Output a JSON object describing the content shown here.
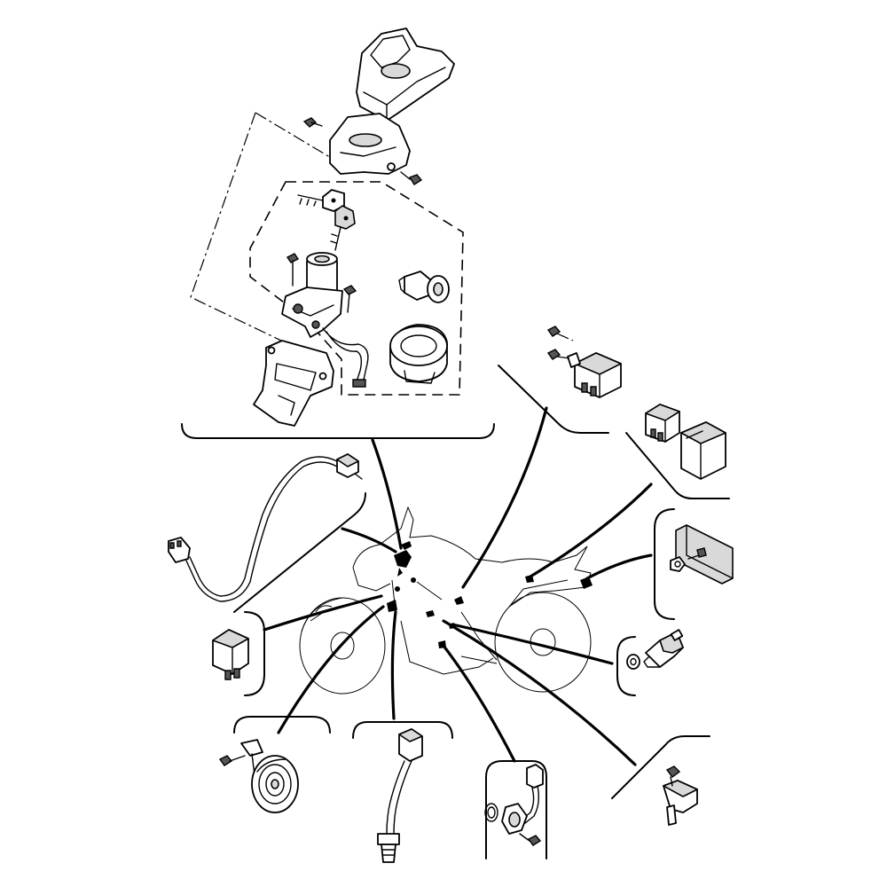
{
  "diagram": {
    "kind": "exploded parts diagram",
    "label_text": "none",
    "colors": {
      "ink": "#000000",
      "shade": "#d9d9d9",
      "background": "#ffffff"
    },
    "callouts": [
      {
        "id": "ignition-assembly",
        "parts": [
          "seat-lock-cover",
          "main-switch-cover",
          "main-switch",
          "keys",
          "fuel-cap",
          "seat-lock",
          "bracket"
        ]
      },
      {
        "id": "relay-upper",
        "parts": [
          "relay",
          "screws"
        ]
      },
      {
        "id": "relay-pair",
        "parts": [
          "relay-a",
          "relay-b"
        ]
      },
      {
        "id": "reflector",
        "parts": [
          "reflector-plate",
          "nut",
          "bolt"
        ]
      },
      {
        "id": "temperature-sensor",
        "parts": [
          "sensor",
          "washer"
        ]
      },
      {
        "id": "speed-sensor",
        "parts": [
          "sensor",
          "bolt"
        ]
      },
      {
        "id": "crank-sensor",
        "parts": [
          "sensor",
          "o-ring",
          "bolt"
        ]
      },
      {
        "id": "oxygen-sensor",
        "parts": [
          "sensor",
          "connector"
        ]
      },
      {
        "id": "horn",
        "parts": [
          "horn",
          "bolt"
        ]
      },
      {
        "id": "lean-angle-sensor",
        "parts": [
          "sensor"
        ]
      },
      {
        "id": "neutral-switch-lead",
        "parts": [
          "switch",
          "lead",
          "connector"
        ]
      }
    ]
  }
}
